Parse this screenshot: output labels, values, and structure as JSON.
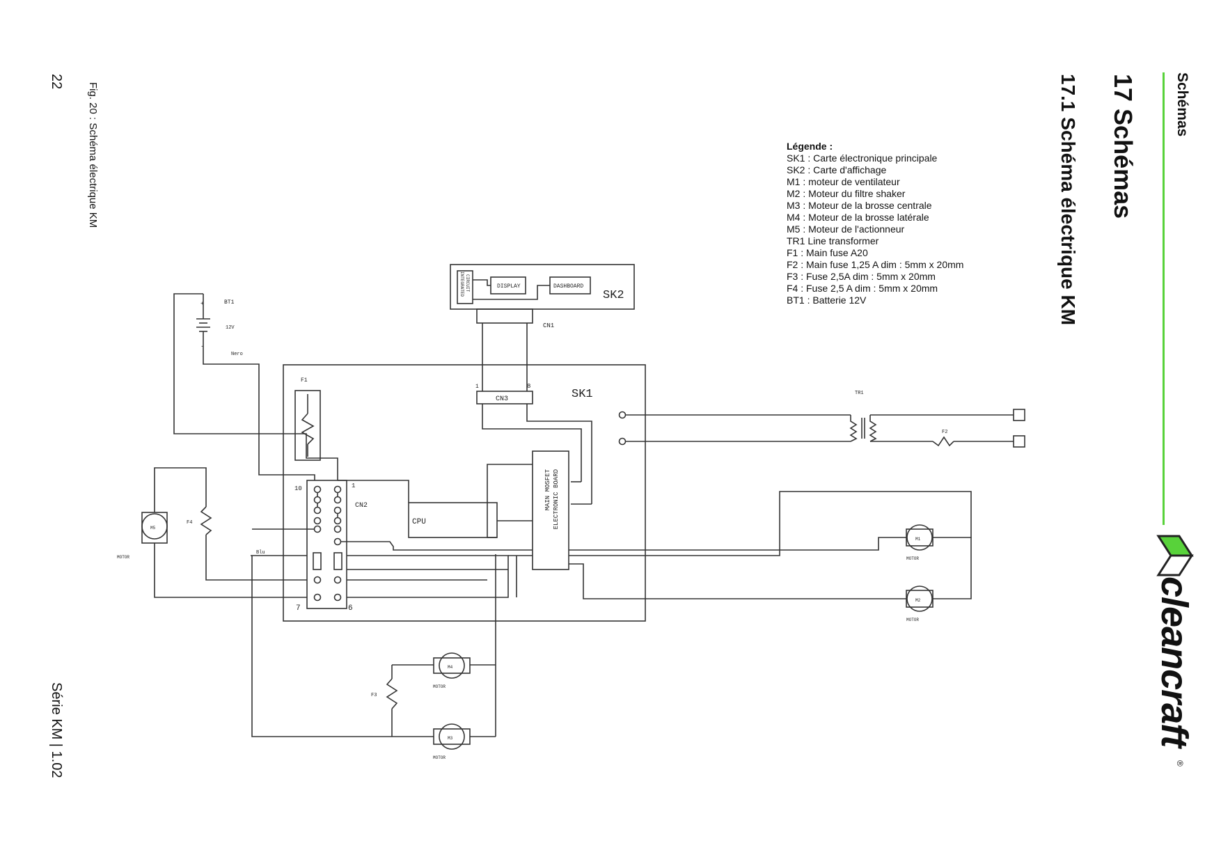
{
  "header": {
    "section": "Schémas"
  },
  "chapter": {
    "title": "17 Schémas",
    "subtitle": "17.1 Schéma électrique KM"
  },
  "legend": {
    "title": "Légende :",
    "items": [
      "SK1 : Carte électronique principale",
      "SK2 : Carte d'affichage",
      "M1 : moteur de ventilateur",
      "M2 : Moteur du filtre  shaker",
      "M3 : Moteur de la brosse centrale",
      "M4 : Moteur de la brosse latérale",
      "M5 : Moteur de l'actionneur",
      "TR1 Line transformer",
      "F1 : Main fuse A20",
      "F2 : Main fuse 1,25 A dim : 5mm x 20mm",
      "F3 : Fuse 2,5A dim : 5mm x 20mm",
      "F4 : Fuse 2,5 A dim : 5mm x 20mm",
      "BT1 : Batterie 12V"
    ]
  },
  "footer": {
    "page": "22",
    "series": "Série KM | 1.02",
    "figure_caption": "Fig. 20 : Schéma électrique KM"
  },
  "logo": {
    "text": "cleancraft",
    "mark": "®"
  },
  "schematic": {
    "sk2": "SK2",
    "integrated": [
      "INTEGRATED",
      "CIRCUIT"
    ],
    "display": "DISPLAY",
    "dashboard": "DASHBOARD",
    "cn1": "CN1",
    "cn3": "CN3",
    "cn3_pin1": "1",
    "cn3_pin8": "8",
    "sk1": "SK1",
    "bt1": "BT1",
    "plus": "+",
    "minus": "-",
    "v12": "12V",
    "nero": "Nero",
    "f1": "F1",
    "f2": "F2",
    "f3": "F3",
    "f4": "F4",
    "tr1": "TR1",
    "cn2": "CN2",
    "pin10": "10",
    "pin1": "1",
    "pin7": "7",
    "pin6": "6",
    "cpu": "CPU",
    "mosfet1": "MAIN MOSFET",
    "mosfet2": "ELECTRONIC BOARD",
    "blu": "Blu",
    "motor": "MOTOR",
    "m1": "M1",
    "m2": "M2",
    "m3": "M3",
    "m4": "M4",
    "m5": "M5"
  }
}
